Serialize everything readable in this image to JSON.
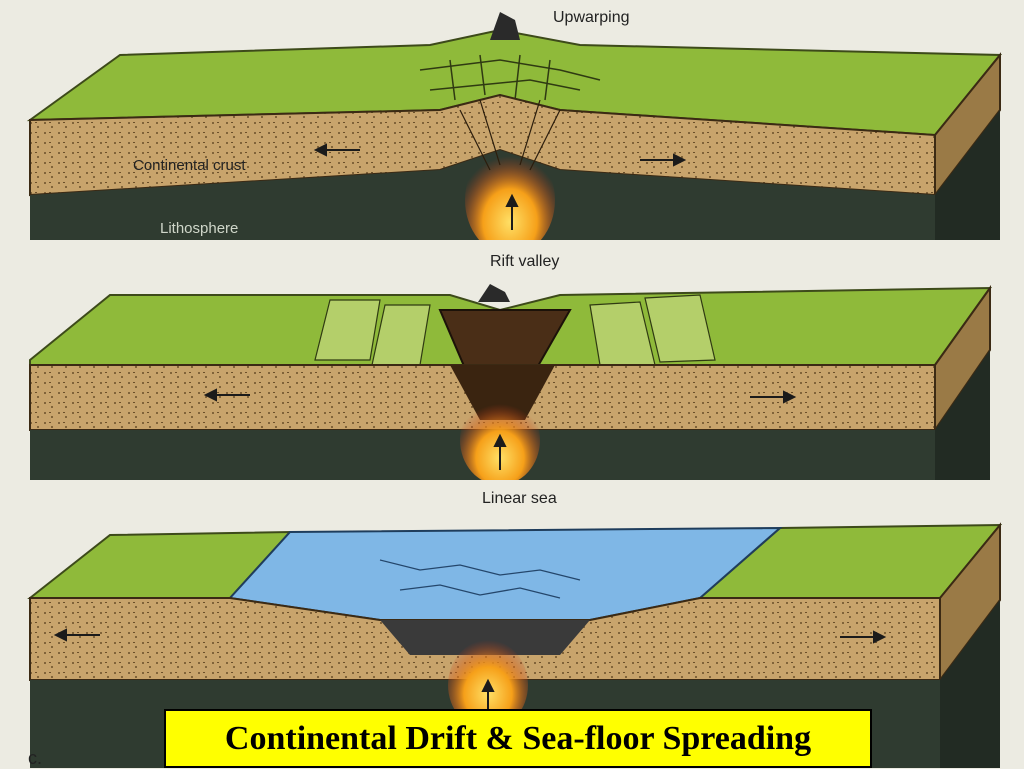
{
  "diagram": {
    "panels": [
      {
        "label": "Upwarping",
        "annotations": [
          "Continental crust",
          "Lithosphere"
        ]
      },
      {
        "label": "Rift valley",
        "annotations": []
      },
      {
        "label": "Linear sea",
        "annotations": []
      }
    ],
    "panel_letter": "c.",
    "title": "Continental Drift & Sea-floor Spreading"
  },
  "colors": {
    "grass": "#8fba3a",
    "crust": "#c8a46c",
    "lithosphere": "#2f3b30",
    "magma": "#f6a019",
    "water": "#7fb7e6",
    "title_bg": "#ffff00"
  }
}
